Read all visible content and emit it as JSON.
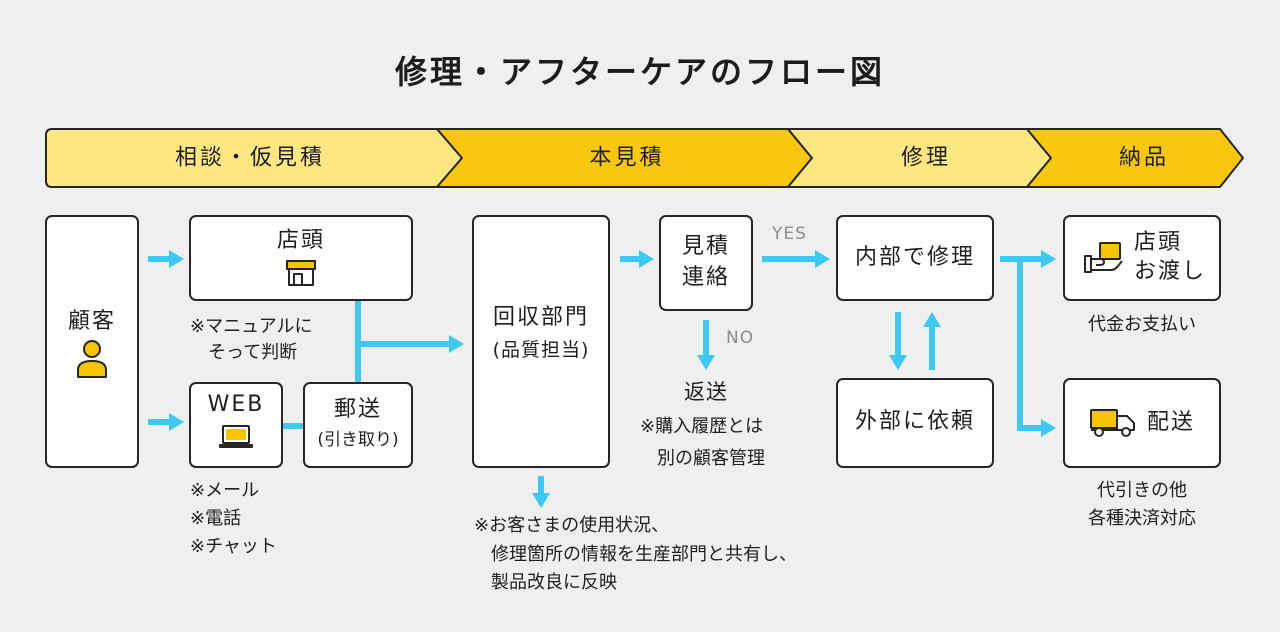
{
  "title": "修理・アフターケアのフロー図",
  "colors": {
    "background": "#efefef",
    "phase_light": "#fde781",
    "phase_dark": "#f9c80e",
    "arrow": "#3ec8f4",
    "outline": "#262626",
    "icon_yellow": "#f7c500",
    "muted_text": "#8c8c8c"
  },
  "phases": [
    {
      "label": "相談・仮見積"
    },
    {
      "label": "本見積"
    },
    {
      "label": "修理"
    },
    {
      "label": "納品"
    }
  ],
  "nodes": {
    "customer": {
      "label": "顧客",
      "icon": "person-icon"
    },
    "store": {
      "label": "店頭",
      "icon": "shop-icon",
      "notes": [
        "※マニュアルに",
        "そって判断"
      ]
    },
    "web": {
      "label": "WEB",
      "icon": "laptop-icon",
      "notes": [
        "※メール",
        "※電話",
        "※チャット"
      ]
    },
    "mail": {
      "label": "郵送",
      "sub": "(引き取り)"
    },
    "collection": {
      "label": "回収部門",
      "sub": "(品質担当)",
      "notes": [
        "※お客さまの使用状況、",
        "修理箇所の情報を生産部門と共有し、",
        "製品改良に反映"
      ]
    },
    "estimate": {
      "lines": [
        "見積",
        "連絡"
      ]
    },
    "internal_repair": {
      "label": "内部で修理"
    },
    "external_request": {
      "label": "外部に依頼"
    },
    "store_handover": {
      "lines": [
        "店頭",
        "お渡し"
      ],
      "icon": "hand-package-icon",
      "notes": [
        "代金お支払い"
      ]
    },
    "delivery": {
      "label": "配送",
      "icon": "delivery-truck-icon",
      "notes": [
        "代引きの他",
        "各種決済対応"
      ]
    }
  },
  "branches": {
    "yes_label": "YES",
    "no_label": "NO",
    "return": {
      "label": "返送",
      "notes": [
        "※購入履歴とは",
        "別の顧客管理"
      ]
    }
  }
}
